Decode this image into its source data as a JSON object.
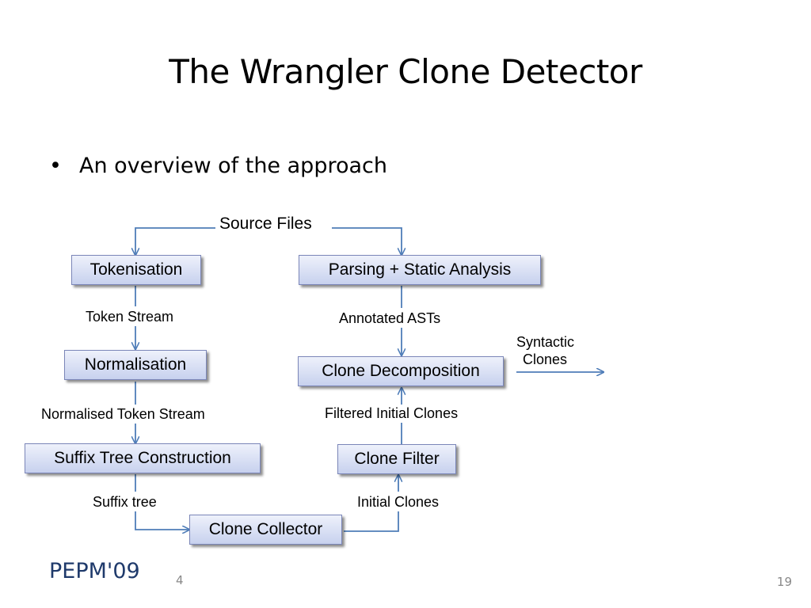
{
  "slide": {
    "title": "The Wrangler Clone Detector",
    "bullet": "An overview of the approach",
    "footer_left": "PEPM'09",
    "footer_num": "4",
    "page_number": "19"
  },
  "diagram": {
    "nodes": {
      "tokenisation": "Tokenisation",
      "parsing": "Parsing + Static Analysis",
      "normalisation": "Normalisation",
      "clone_decomposition": "Clone Decomposition",
      "suffix_tree_construction": "Suffix Tree Construction",
      "clone_filter": "Clone Filter",
      "clone_collector": "Clone Collector"
    },
    "edge_labels": {
      "source_files": "Source Files",
      "token_stream": "Token Stream",
      "annotated_asts": "Annotated ASTs",
      "syntactic_clones_line1": "Syntactic",
      "syntactic_clones_line2": "Clones",
      "normalised_token_stream": "Normalised Token Stream",
      "filtered_initial_clones": "Filtered Initial Clones",
      "suffix_tree": "Suffix tree",
      "initial_clones": "Initial Clones"
    },
    "colors": {
      "arrow": "#4f7db8",
      "box_border": "#7b86b8",
      "box_fill_top": "#eef1fb",
      "box_fill_bottom": "#c7d1ee",
      "footer_text": "#1f3a6b"
    }
  }
}
